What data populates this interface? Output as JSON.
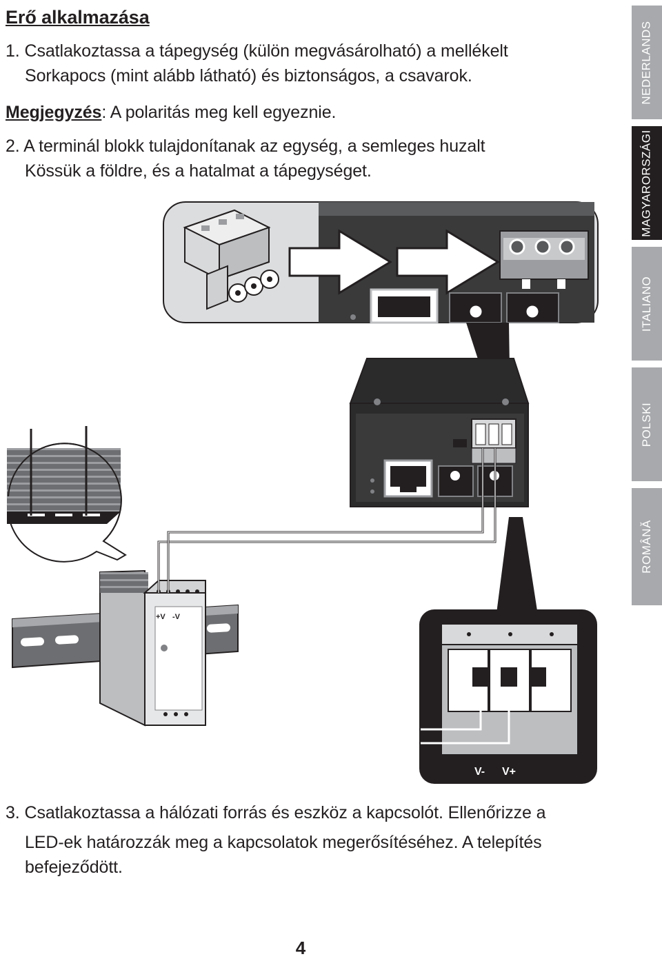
{
  "heading": "Erő alkalmazása",
  "steps": {
    "s1_line1": "1. Csatlakoztassa a tápegység (külön megvásárolható) a mellékelt",
    "s1_line2": "Sorkapocs (mint alább látható) és biztonságos, a csavarok.",
    "note_label": "Megjegyzés",
    "note_text": ": A polaritás meg kell egyeznie.",
    "s2_line1": "2. A terminál blokk tulajdonítanak az egység, a semleges huzalt",
    "s2_line2": "Kössük a földre, és a hatalmat a tápegységet.",
    "s3_line1": "3. Csatlakoztassa a hálózati forrás és eszköz a kapcsolót. Ellenőrizze a",
    "s3_line2": "LED-ek határozzák meg a kapcsolatok megerősítéséhez. A telepítés",
    "s3_line3": "befejeződött."
  },
  "language_tabs": [
    {
      "label": "NEDERLANDS",
      "active": false
    },
    {
      "label": "MAGYARORSZÁGI",
      "active": true
    },
    {
      "label": "ITALIANO",
      "active": false
    },
    {
      "label": "POLSKI",
      "active": false
    },
    {
      "label": "ROMÂNĂ",
      "active": false
    }
  ],
  "figure": {
    "psu_plus_label": "+V",
    "psu_minus_label": "-V",
    "terminal_minus_label": "V-",
    "terminal_plus_label": "V+"
  },
  "page_number": "4"
}
